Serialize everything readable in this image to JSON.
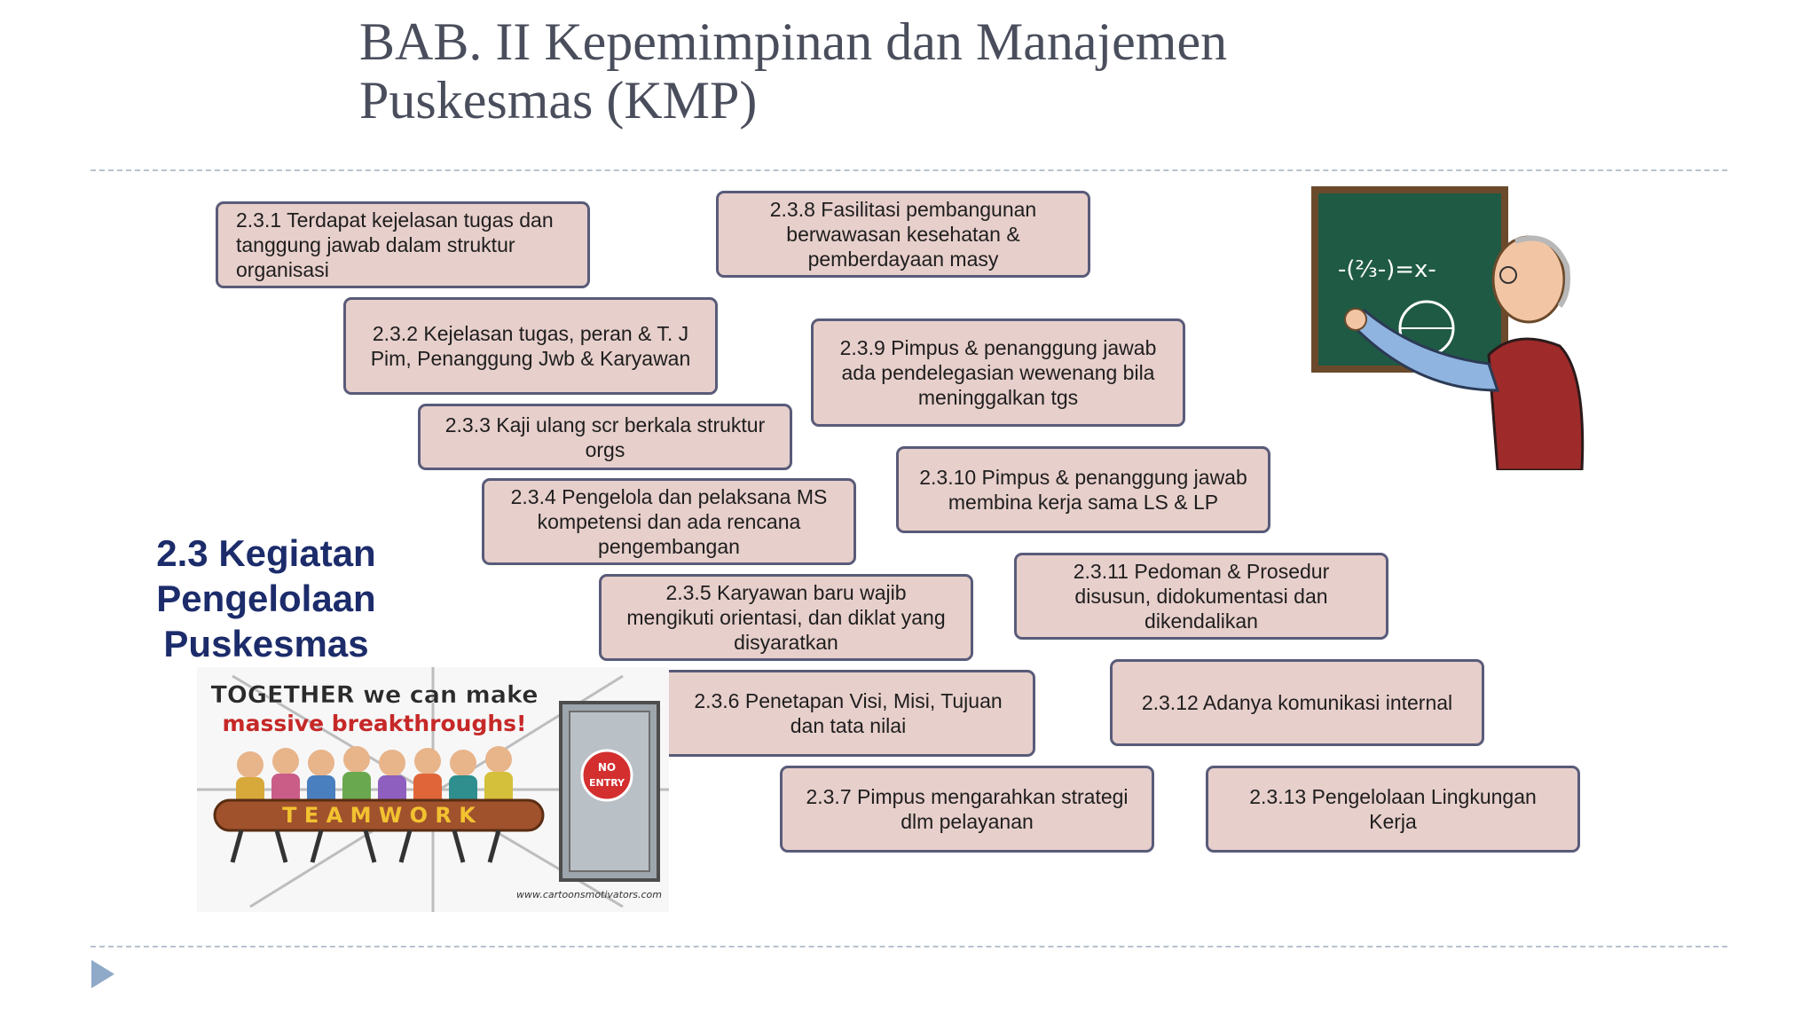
{
  "slide": {
    "title_line1": "BAB. II Kepemimpinan dan Manajemen",
    "title_line2": "Puskesmas (KMP)",
    "section_title": "2.3 Kegiatan\nPengelolaan\nPuskesmas"
  },
  "boxes": [
    {
      "id": "2.3.1",
      "text": "2.3.1 Terdapat kejelasan tugas dan\ntanggung jawab dalam struktur\norganisasi"
    },
    {
      "id": "2.3.2",
      "text": "2.3.2 Kejelasan tugas, peran & T. J\nPim, Penanggung Jwb & Karyawan"
    },
    {
      "id": "2.3.3",
      "text": "2.3.3 Kaji ulang scr berkala struktur\norgs"
    },
    {
      "id": "2.3.4",
      "text": "2.3.4 Pengelola dan pelaksana MS\nkompetensi dan ada rencana\npengembangan"
    },
    {
      "id": "2.3.5",
      "text": "2.3.5 Karyawan baru wajib\nmengikuti orientasi, dan diklat yang\ndisyaratkan"
    },
    {
      "id": "2.3.6",
      "text": "2.3.6 Penetapan Visi, Misi, Tujuan\ndan tata nilai"
    },
    {
      "id": "2.3.7",
      "text": "2.3.7 Pimpus  mengarahkan strategi\ndlm pelayanan"
    },
    {
      "id": "2.3.8",
      "text": "2.3.8 Fasilitasi pembangunan\nberwawasan kesehatan &\npemberdayaan masy"
    },
    {
      "id": "2.3.9",
      "text": "2.3.9 Pimpus & penanggung jawab\nada pendelegasian wewenang bila\nmeninggalkan tgs"
    },
    {
      "id": "2.3.10",
      "text": "2.3.10 Pimpus & penanggung jawab\nmembina kerja sama LS   & LP"
    },
    {
      "id": "2.3.11",
      "text": "2.3.11 Pedoman & Prosedur\ndisusun, didokumentasi dan\ndikendalikan"
    },
    {
      "id": "2.3.12",
      "text": "2.3.12 Adanya komunikasi internal"
    },
    {
      "id": "2.3.13",
      "text": "2.3.13 Pengelolaan Lingkungan\nKerja"
    }
  ],
  "teamwork_cartoon": {
    "headline_line1": "TOGETHER we can make",
    "headline_line2": "massive breakthroughs!",
    "log_text": "T E A M W O R K",
    "sign_text_1": "NO",
    "sign_text_2": "ENTRY",
    "credit": "www.cartoonsmotivators.com"
  },
  "teacher_cartoon": {
    "board_formula": "-(²⁄₃-)=x-"
  },
  "colors": {
    "box_fill": "#e7cfcb",
    "box_border": "#595b79",
    "section_title": "#1c2c6b",
    "title": "#4a4e5c",
    "bullet": "#8fa9c9"
  }
}
